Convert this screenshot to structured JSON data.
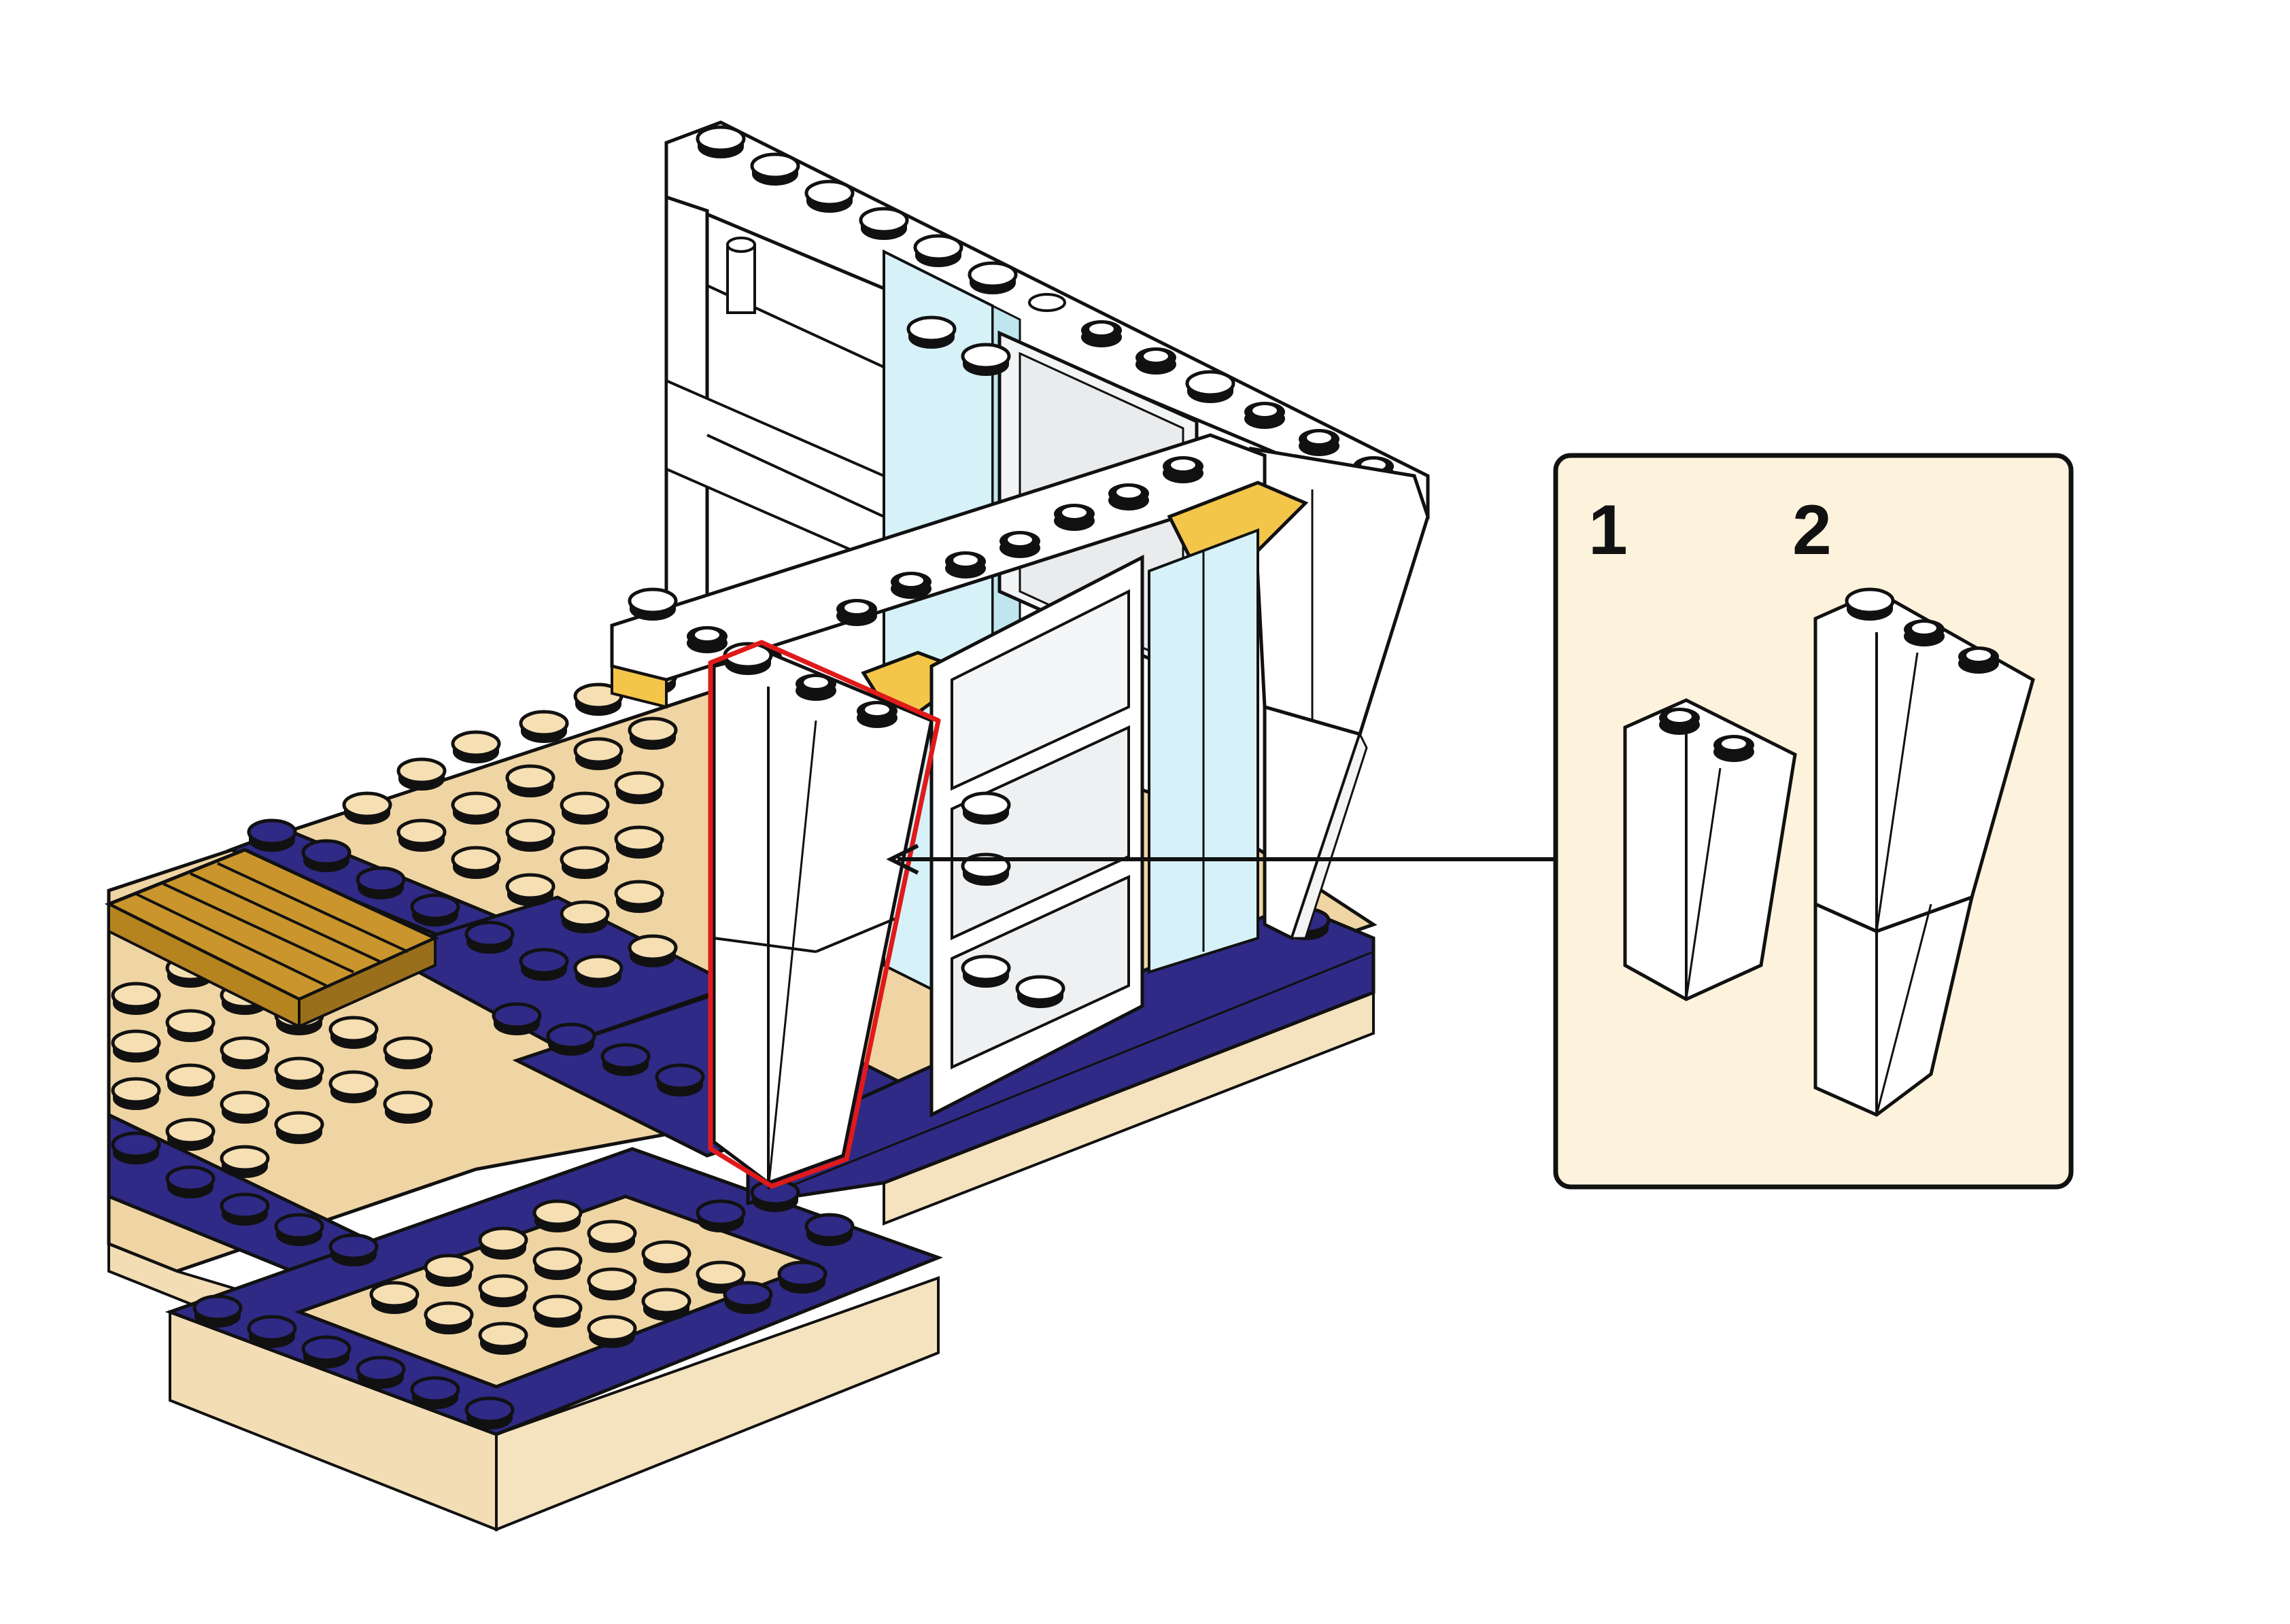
{
  "colors": {
    "background": "#ffffff",
    "callout_fill": "#fdf3dc",
    "callout_border": "#111111",
    "baseplate_tan": "#f0d5a4",
    "baseplate_edge": "#e8c99a",
    "border_navy": "#2f2a85",
    "brick_white": "#ffffff",
    "glass_blue": "#d6f2f8",
    "trans_yellow": "#f3c64a",
    "grille_gold": "#c9952c",
    "highlight_red": "#e01a1a",
    "stroke": "#111111"
  },
  "icons": [
    "callout-arrow",
    "stud",
    "slope-brick",
    "window-frame",
    "grille-tile",
    "highlight-outline"
  ],
  "callout": {
    "step_labels": [
      "1",
      "2"
    ]
  }
}
